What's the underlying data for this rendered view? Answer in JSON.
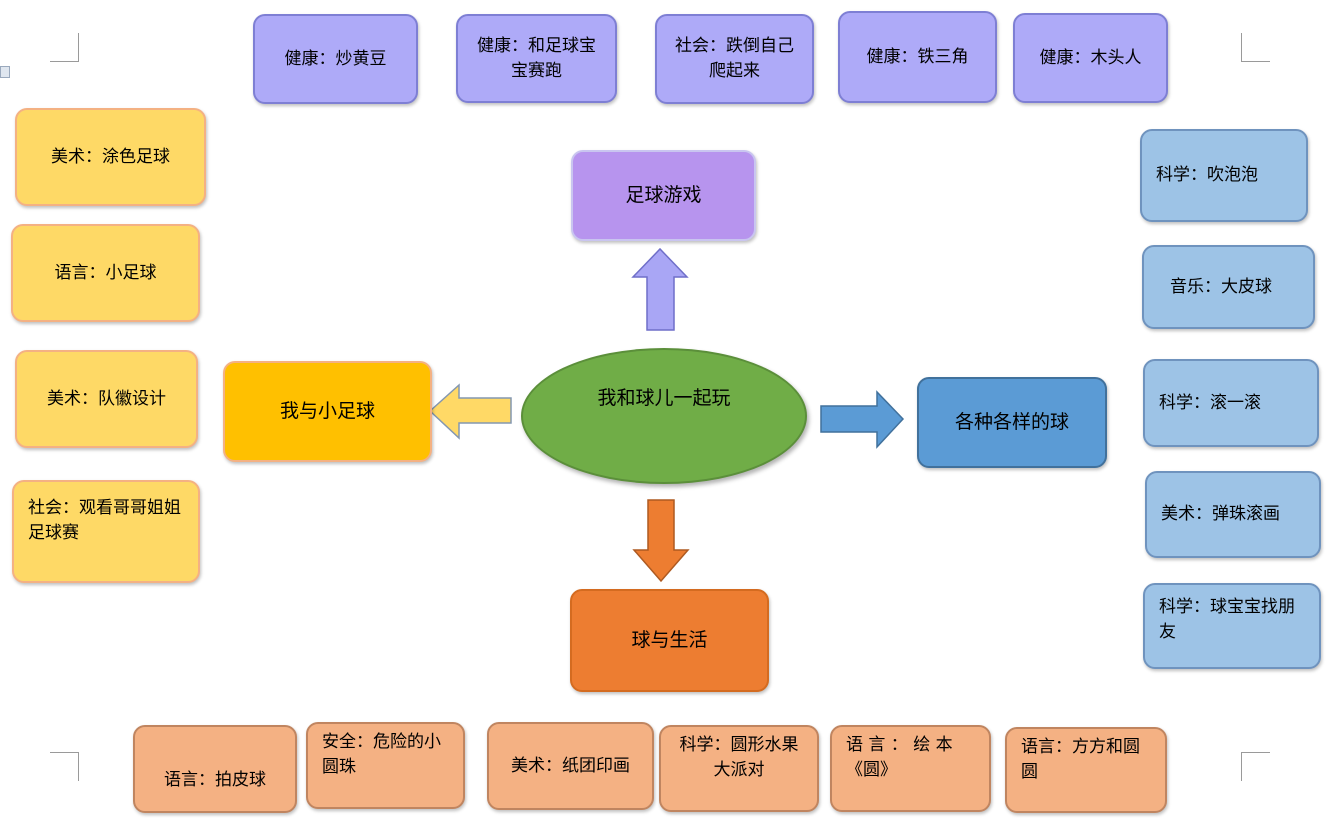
{
  "center": "我和球儿一起玩",
  "branches": {
    "top": "足球游戏",
    "left": "我与小足球",
    "right": "各种各样的球",
    "bottom": "球与生活"
  },
  "top_items": [
    "健康：炒黄豆",
    "健康：和足球宝宝赛跑",
    "社会：跌倒自己爬起来",
    "健康：铁三角",
    "健康：木头人"
  ],
  "left_items": [
    "美术：涂色足球",
    "语言：小足球",
    "美术：队徽设计",
    "社会：观看哥哥姐姐足球赛"
  ],
  "right_items": [
    "科学：吹泡泡",
    "音乐：大皮球",
    "科学：滚一滚",
    "美术：弹珠滚画",
    "科学：球宝宝找朋友"
  ],
  "bottom_items": [
    "语言：拍皮球",
    "安全：危险的小圆珠",
    "美术：纸团印画",
    "科学：圆形水果大派对",
    "语 言 ： 绘 本《圆》",
    "语言：方方和圆圆"
  ],
  "colors": {
    "center": "#70ad47",
    "top_branch": "#b794ee",
    "left_branch": "#ffc000",
    "right_branch": "#5b9bd5",
    "bottom_branch": "#ed7d31",
    "top_items": "#aeaaf8",
    "left_items": "#fed966",
    "right_items": "#9dc3e6",
    "bottom_items": "#f4b183"
  }
}
